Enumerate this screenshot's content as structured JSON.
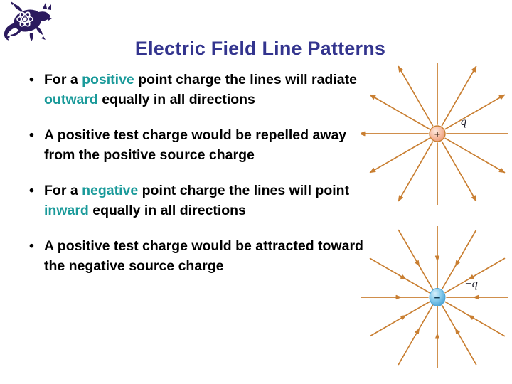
{
  "slide": {
    "title": "Electric Field Line Patterns",
    "title_color": "#33348e",
    "keyword_color": "#1a9a9a",
    "body_color": "#000000",
    "background_color": "#ffffff",
    "field_line_color": "#c97f32",
    "positive_charge_fill": "#f5b79c",
    "negative_charge_fill": "#7ec8ea"
  },
  "logo": {
    "icon_name": "lizard-atom-logo",
    "color": "#2b1a5e"
  },
  "bullets": [
    {
      "marker": "•",
      "segments": [
        {
          "text": "For a ",
          "highlight": false
        },
        {
          "text": "positive",
          "highlight": true
        },
        {
          "text": " point charge the lines will radiate ",
          "highlight": false
        },
        {
          "text": "outward",
          "highlight": true
        },
        {
          "text": " equally in all directions",
          "highlight": false
        }
      ],
      "plain": "For a positive point charge the lines will radiate outward equally in all directions"
    },
    {
      "marker": "•",
      "segments": [
        {
          "text": "A positive test charge would be repelled away from the positive source charge",
          "highlight": false
        }
      ],
      "plain": "A positive test charge would be repelled away from the positive source charge"
    },
    {
      "marker": "•",
      "segments": [
        {
          "text": "For a ",
          "highlight": false
        },
        {
          "text": "negative",
          "highlight": true
        },
        {
          "text": " point charge the lines will point ",
          "highlight": false
        },
        {
          "text": "inward",
          "highlight": true
        },
        {
          "text": " equally in all directions",
          "highlight": false
        }
      ],
      "plain": "For a negative point charge the lines will point inward equally in all directions"
    },
    {
      "marker": "•",
      "segments": [
        {
          "text": "A positive test charge would be attracted toward the negative source charge",
          "highlight": false
        }
      ],
      "plain": "A positive test charge would be attracted toward the negative source charge"
    }
  ],
  "figures": [
    {
      "id": "positive",
      "name": "positive-point-charge-field-diagram",
      "charge_symbol": "+",
      "charge_label": "q",
      "line_count": 12,
      "arrow_direction": "outward",
      "sphere_fill": "#f5b79c",
      "sphere_stroke": "#c97f32",
      "line_color": "#c97f32"
    },
    {
      "id": "negative",
      "name": "negative-point-charge-field-diagram",
      "charge_symbol": "−",
      "charge_label": "−q",
      "line_count": 12,
      "arrow_direction": "inward",
      "sphere_fill": "#7ec8ea",
      "sphere_stroke": "#3f93c4",
      "line_color": "#c97f32"
    }
  ]
}
